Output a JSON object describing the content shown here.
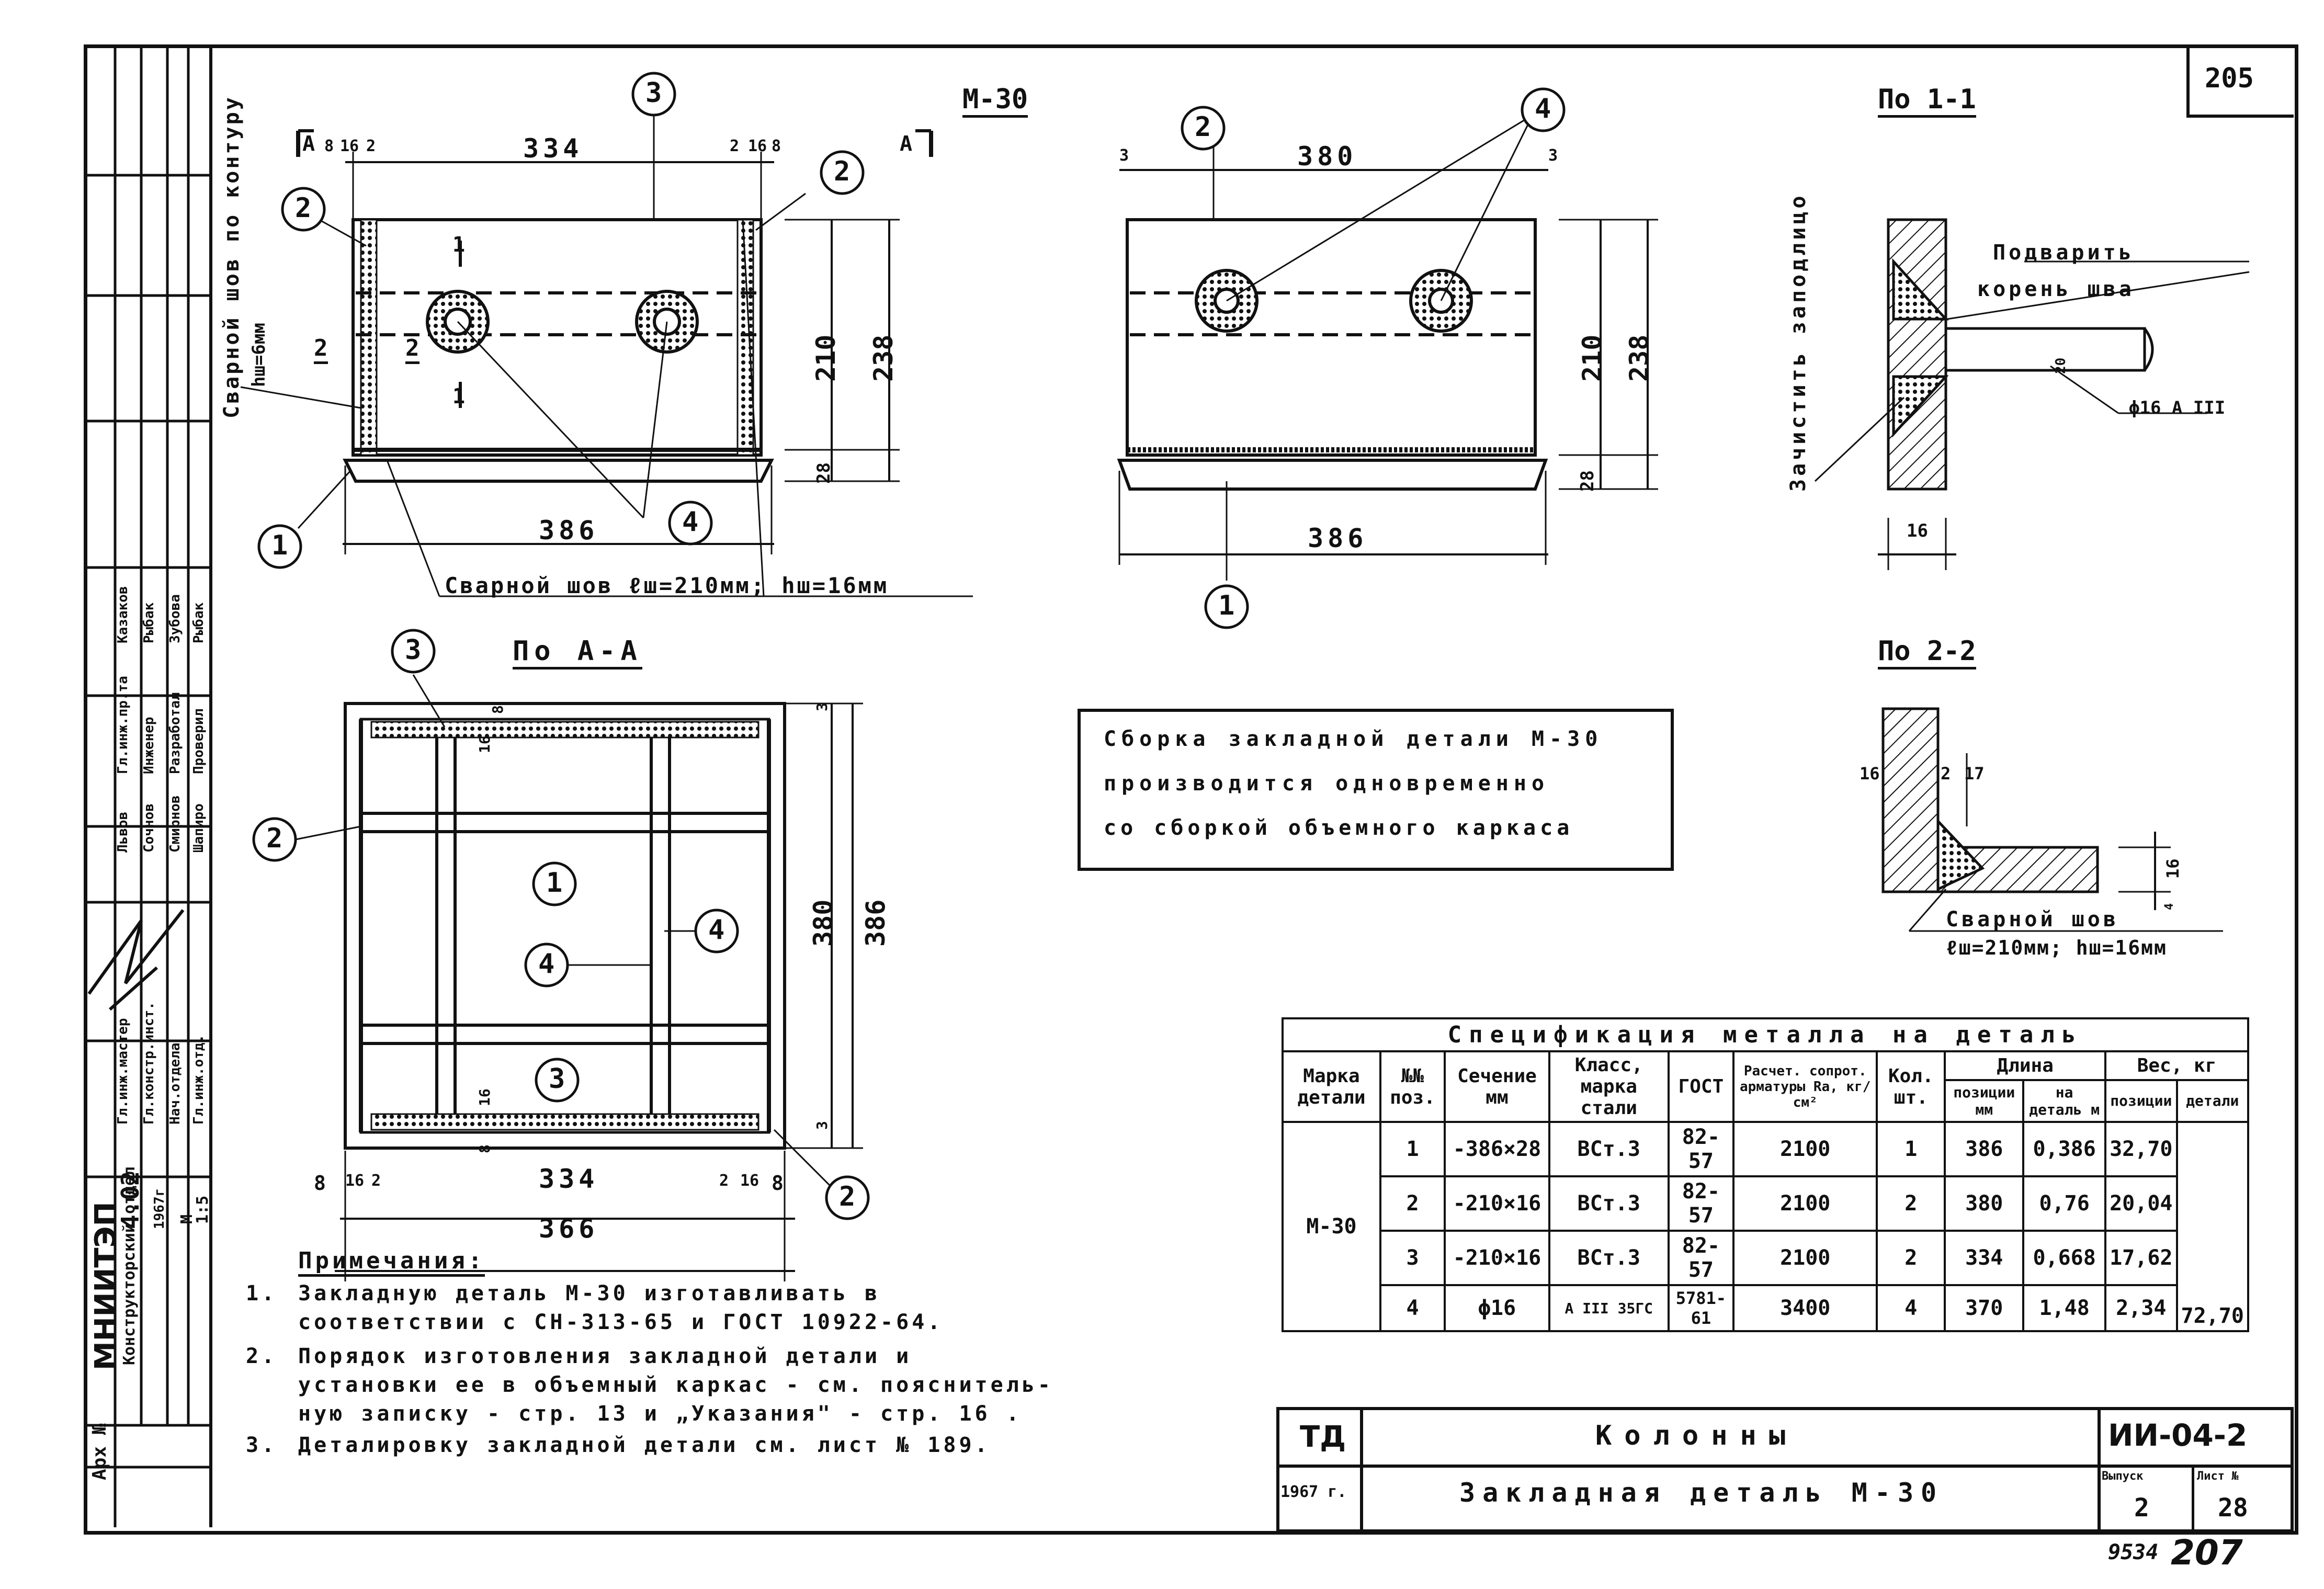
{
  "sheet": {
    "page_number": "205",
    "bottom_stamp": "9534",
    "bottom_page": "207"
  },
  "views": {
    "m30_title": "М-30",
    "section_A": "А",
    "section_11_title": "По 1-1",
    "section_22_title": "По 2-2",
    "section_AA_title": "По А-А",
    "weld_contour_label": "Сварной шов по контуру",
    "weld_contour_hw": "hш=6мм",
    "weld_bottom_label": "Сварной шов ℓш=210мм; hш=16мм",
    "weld_22_label": "Сварной шов",
    "weld_22_dims": "ℓш=210мм; hш=16мм",
    "root_weld_label_1": "Подварить",
    "root_weld_label_2": "корень шва",
    "clean_label": "Зачистить заподлицо",
    "bar_label": "ϕ16 А III",
    "front_dims": {
      "d8": "8",
      "d16": "16",
      "d2": "2",
      "d334": "334",
      "d386": "386",
      "d210": "210",
      "d238": "238",
      "d28": "28",
      "d380": "380",
      "d3": "3"
    },
    "plan_dims": {
      "d8": "8",
      "d16": "16",
      "d2": "2",
      "d334": "334",
      "d366": "366",
      "d380": "380",
      "d386": "386",
      "d3": "3"
    },
    "sec11_dims": {
      "d16": "16",
      "d20": "20"
    },
    "sec22_dims": {
      "d16a": "16",
      "d2": "2",
      "d17": "17",
      "d16b": "16",
      "d4": "4"
    },
    "callouts": [
      "1",
      "2",
      "3",
      "4"
    ],
    "cut_marks": {
      "c1": "1",
      "c2": "2"
    }
  },
  "assembly_note": [
    "Сборка закладной детали М-30",
    "производится одновременно",
    "со сборкой объемного каркаса"
  ],
  "notes": {
    "heading": "Примечания:",
    "items": [
      {
        "num": "1.",
        "lines": [
          "Закладную деталь М-30 изготавливать в",
          "соответствии с СН-313-65 и ГОСТ 10922-64."
        ]
      },
      {
        "num": "2.",
        "lines": [
          "Порядок изготовления закладной детали и",
          "установки ее в объемный каркас - см. пояснитель-",
          "ную записку - стр. 13 и „Указания\" - стр. 16 ."
        ]
      },
      {
        "num": "3.",
        "lines": [
          "Деталировку закладной детали см. лист № 189."
        ]
      }
    ]
  },
  "spec_table": {
    "title": "Спецификация металла на деталь",
    "headers": {
      "mark": "Марка детали",
      "pos": "№№ поз.",
      "section": "Сечение мм",
      "steel": "Класс, марка стали",
      "gost": "ГОСТ",
      "calc": "Расчет. сопрот. арматуры Rа, кг/см²",
      "qty": "Кол. шт.",
      "length": "Длина",
      "len_pos": "позиции мм",
      "len_det": "на деталь м",
      "weight": "Вес, кг",
      "w_pos": "позиции",
      "w_det": "детали"
    },
    "mark_value": "М-30",
    "total_weight": "72,70",
    "rows": [
      {
        "pos": "1",
        "section": "-386×28",
        "steel": "ВСт.3",
        "gost": "82-57",
        "calc": "2100",
        "qty": "1",
        "len_pos": "386",
        "len_det": "0,386",
        "w_pos": "32,70"
      },
      {
        "pos": "2",
        "section": "-210×16",
        "steel": "ВСт.3",
        "gost": "82-57",
        "calc": "2100",
        "qty": "2",
        "len_pos": "380",
        "len_det": "0,76",
        "w_pos": "20,04"
      },
      {
        "pos": "3",
        "section": "-210×16",
        "steel": "ВСт.3",
        "gost": "82-57",
        "calc": "2100",
        "qty": "2",
        "len_pos": "334",
        "len_det": "0,668",
        "w_pos": "17,62"
      },
      {
        "pos": "4",
        "section": "ϕ16",
        "steel": "А III 35ГС",
        "gost": "5781-61",
        "calc": "3400",
        "qty": "4",
        "len_pos": "370",
        "len_det": "1,48",
        "w_pos": "2,34"
      }
    ]
  },
  "title_block": {
    "td": "ТД",
    "year": "1967 г.",
    "main_title": "Колонны",
    "sub_title": "Закладная деталь М-30",
    "code": "ИИ-04-2",
    "issue_label": "Выпуск",
    "sheet_label": "Лист №",
    "issue": "2",
    "sheet": "28"
  },
  "side_stamp": {
    "org": "МНИИТЭП",
    "dept": "Конструкторский отдел",
    "code": "4.02",
    "year": "1967г",
    "scale_label": "М",
    "scale": "1:5",
    "arch_label": "Арх №",
    "rows": [
      {
        "role": "Гл.инж.пр.та",
        "name": "Казаков"
      },
      {
        "role": "Инженер",
        "name": "Рыбак"
      },
      {
        "role": "Разработал",
        "name": "Зубова"
      },
      {
        "role": "Проверил",
        "name": "Рыбак"
      },
      {
        "role": "Гл.инж.мастер",
        "name": "Львов"
      },
      {
        "role": "Гл.констр.инст.",
        "name": "Сочнов"
      },
      {
        "role": "Нач.отдела",
        "name": "Смирнов"
      },
      {
        "role": "Гл.инж.отд.",
        "name": "Шапиро"
      }
    ]
  }
}
